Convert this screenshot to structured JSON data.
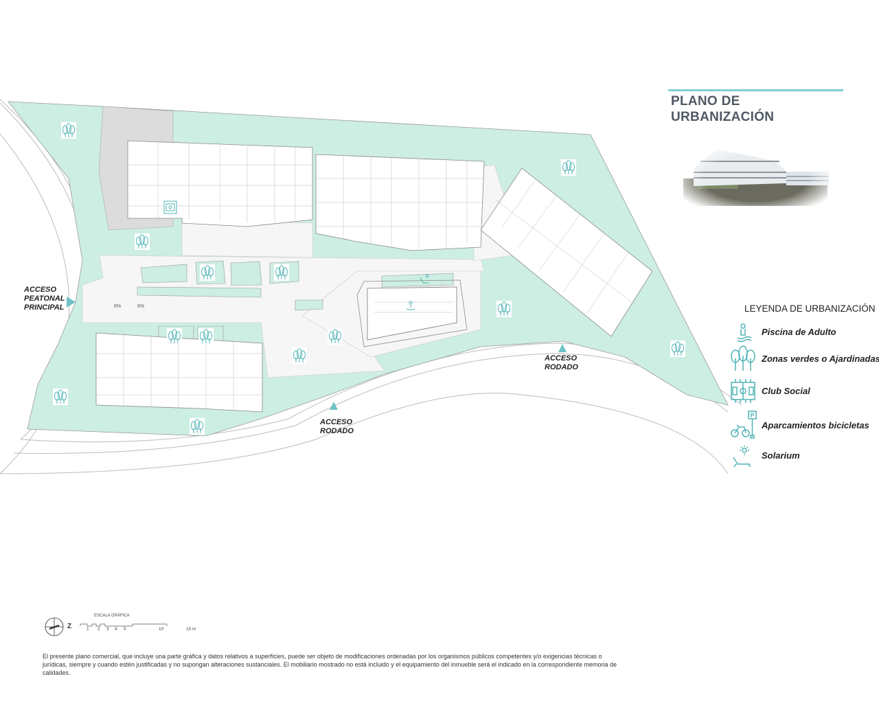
{
  "title": {
    "line1": "PLANO DE",
    "line2": "URBANIZACIÓN"
  },
  "colors": {
    "green_area": "#cdeee2",
    "accent": "#4fb3b5",
    "title_text": "#4f5963",
    "parking": "#dcdcdc",
    "title_rule": "#7fcfd0"
  },
  "plan_labels": {
    "pedestrian_access": {
      "line1": "ACCESO",
      "line2": "PEATONAL",
      "line3": "PRINCIPAL"
    },
    "vehicle_access_1": {
      "line1": "ACCESO",
      "line2": "RODADO"
    },
    "vehicle_access_2": {
      "line1": "ACCESO",
      "line2": "RODADO"
    },
    "slope_1": "6%",
    "slope_2": "6%"
  },
  "legend": {
    "title": "LEYENDA DE URBANIZACIÓN",
    "items": [
      {
        "label": "Piscina de Adulto",
        "icon": "pool-icon"
      },
      {
        "label": "Zonas verdes o Ajardinadas",
        "icon": "trees-icon"
      },
      {
        "label": "Club Social",
        "icon": "club-social-icon"
      },
      {
        "label": "Aparcamientos bicicletas",
        "icon": "bicycle-parking-icon"
      },
      {
        "label": "Solarium",
        "icon": "solarium-icon"
      }
    ]
  },
  "scale": {
    "title": "ESCALA GRÁFICA",
    "north_label": "Z",
    "ticks": [
      "1",
      "2",
      "3",
      "4",
      "5",
      "10",
      "15 m"
    ]
  },
  "disclaimer": "El presente plano comercial, que incluye una parte gráfica y datos relativos a superficies, puede ser objeto de modificaciones ordenadas por los organismos públicos competentes y/o exigencias técnicas o jurídicas, siempre y cuando estén justificadas y no supongan alteraciones sustanciales. El mobiliario mostrado no está incluido y el equipamiento del inmueble será el indicado en la correspondiente memoria de calidades."
}
